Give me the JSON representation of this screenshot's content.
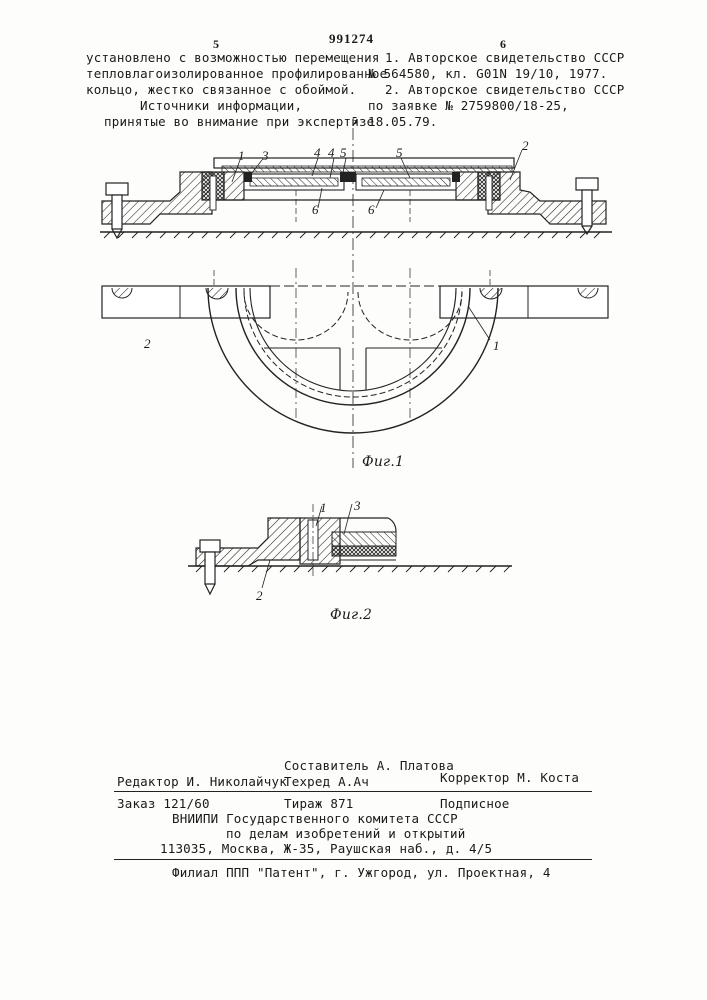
{
  "header": {
    "page_left": "5",
    "patent_number": "991274",
    "page_right": "6"
  },
  "left_column": {
    "lines": [
      "установлено с возможностью перемещения",
      "тепловлагоизолированное профилированное",
      "кольцо, жестко связанное с обоймой.",
      "Источники информации,",
      "принятые во внимание при экспертизе"
    ]
  },
  "line_marker": "5",
  "right_column": {
    "lines": [
      "1. Авторское свидетельство СССР",
      "№ 564580, кл. G01N 19/10, 1977.",
      "2. Авторское свидетельство СССР",
      "по заявке № 2759800/18-25,",
      "18.05.79."
    ]
  },
  "figure1": {
    "caption": "Фиг.1",
    "labels": {
      "l1": "1",
      "l3": "3",
      "l4a": "4",
      "l4b": "4",
      "l5a": "5",
      "l5b": "5",
      "l2": "2",
      "l6a": "6",
      "l6b": "6",
      "l2plan": "2",
      "l1plan": "1"
    }
  },
  "figure2": {
    "caption": "Фиг.2",
    "labels": {
      "l1": "1",
      "l3": "3",
      "l2": "2"
    }
  },
  "colophon": {
    "compiler": "Составитель А. Платова",
    "editor": "Редактор И. Николайчук",
    "techred": "Техред А.Ач",
    "corrector": "Корректор М. Коста",
    "order": "Заказ 121/60",
    "circulation": "Тираж 871",
    "subscription": "Подписное",
    "org_line1": "ВНИИПИ Государственного комитета СССР",
    "org_line2": "по делам изобретений и открытий",
    "org_line3": "113035, Москва, Ж-35, Раушская наб., д. 4/5",
    "branch": "Филиал ППП \"Патент\", г. Ужгород, ул. Проектная, 4"
  }
}
